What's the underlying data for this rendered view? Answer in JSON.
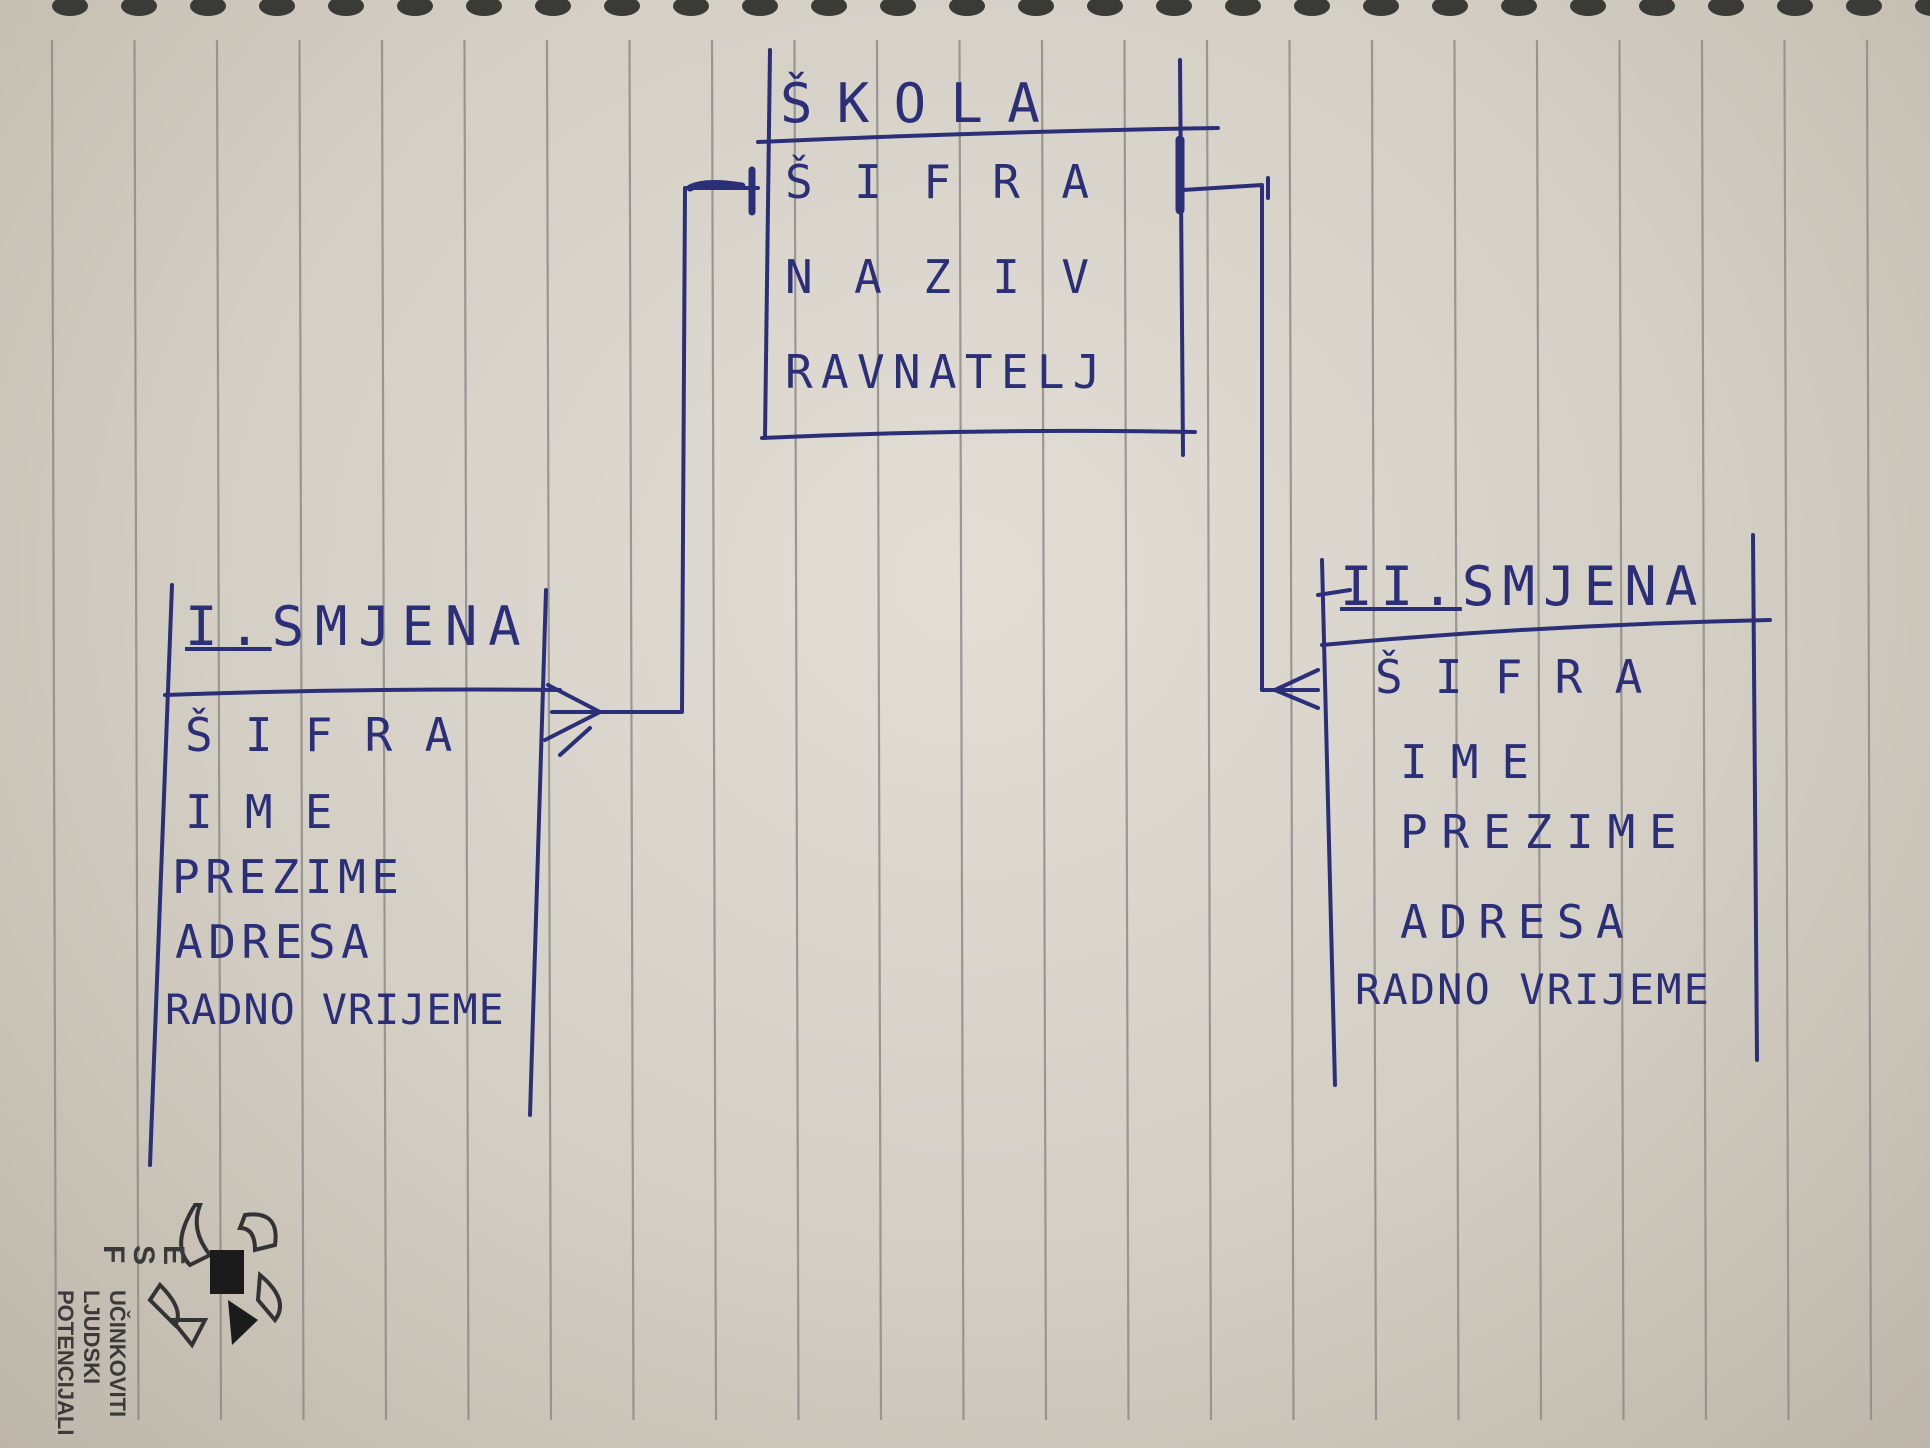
{
  "entities": {
    "skola": {
      "title": "ŠKOLA",
      "attributes": [
        "ŠIFRA",
        "NAZIV",
        "RAVNATELJ"
      ]
    },
    "smjena_1": {
      "title_prefix": "I.",
      "title": "SMJENA",
      "attributes": [
        "ŠIFRA",
        "IME",
        "PREZIME",
        "ADRESA",
        "RADNO VRIJEME"
      ]
    },
    "smjena_2": {
      "title_prefix": "II.",
      "title": "SMJENA",
      "attributes": [
        "ŠIFRA",
        "IME",
        "PREZIME",
        "ADRESA",
        "RADNO VRIJEME"
      ]
    }
  },
  "relationships": [
    {
      "from": "skola",
      "to": "smjena_1",
      "from_end": "one",
      "to_end": "many"
    },
    {
      "from": "skola",
      "to": "smjena_2",
      "from_end": "one",
      "to_end": "many"
    }
  ],
  "logo": {
    "letters": [
      "E",
      "S",
      "F"
    ],
    "lines": [
      "UČINKOVITI",
      "LJUDSKI",
      "POTENCIJALI"
    ]
  },
  "colors": {
    "ink": "#2b2f78",
    "paper": "#dcd8d0",
    "ruling": "#8f8c88"
  }
}
